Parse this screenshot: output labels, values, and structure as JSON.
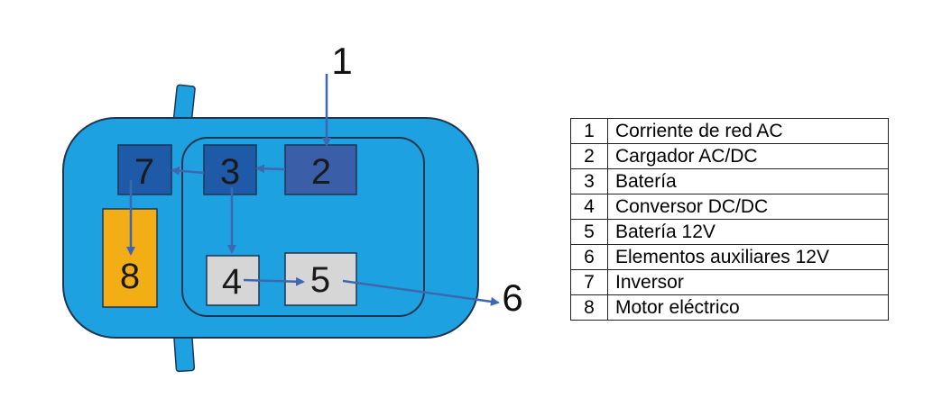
{
  "colors": {
    "car_body": "#1ea1e0",
    "car_outline": "#1f3550",
    "dark_box": "#1e5aa8",
    "mid_box": "#3a5fa8",
    "light_box": "#d6d6d6",
    "motor_box": "#f2ae14",
    "arrow": "#3d68b0"
  },
  "boxes": {
    "b7": "7",
    "b3": "3",
    "b2": "2",
    "b8": "8",
    "b4": "4",
    "b5": "5"
  },
  "external": {
    "e1": "1",
    "e6": "6"
  },
  "legend": [
    {
      "num": "1",
      "label": "Corriente de red AC"
    },
    {
      "num": "2",
      "label": "Cargador AC/DC"
    },
    {
      "num": "3",
      "label": "Batería"
    },
    {
      "num": "4",
      "label": "Conversor DC/DC"
    },
    {
      "num": "5",
      "label": "Batería 12V"
    },
    {
      "num": "6",
      "label": "Elementos auxiliares 12V"
    },
    {
      "num": "7",
      "label": "Inversor"
    },
    {
      "num": "8",
      "label": "Motor eléctrico"
    }
  ]
}
